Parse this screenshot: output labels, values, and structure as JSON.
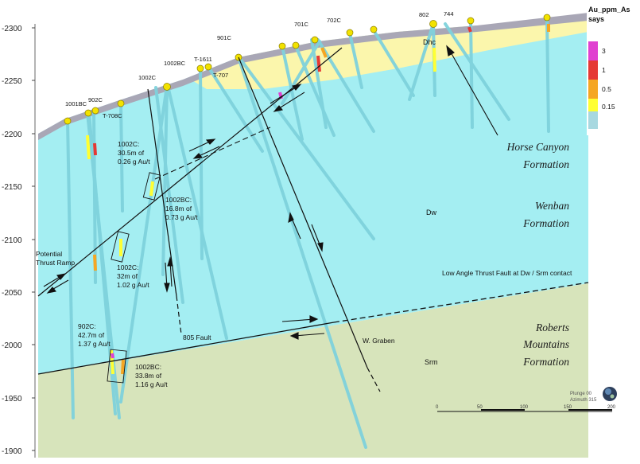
{
  "elevation_axis": [
    "-2300",
    "-2250",
    "-2200",
    "-2150",
    "-2100",
    "-2050",
    "-2000",
    "-1950",
    "-1900"
  ],
  "hole_labels": [
    "1001BC",
    "902C",
    "T-708C",
    "1002C",
    "1002BC",
    "T-1611",
    "T-707",
    "901C",
    "701C",
    "702C",
    "802",
    "744"
  ],
  "formations": {
    "horse_canyon_1": "Horse Canyon",
    "horse_canyon_2": "Formation",
    "wenban_1": "Wenban",
    "wenban_2": "Formation",
    "roberts_1": "Roberts",
    "roberts_2": "Mountains",
    "roberts_3": "Formation"
  },
  "unit_codes": {
    "dhc": "Dhc",
    "dw": "Dw",
    "srm": "Srm"
  },
  "intercepts": {
    "i1002c_a": [
      "1002C:",
      "30.5m of",
      "0.26 g Au/t"
    ],
    "i1002bc_a": [
      "1002BC:",
      "16.8m of",
      "0.73 g Au/t"
    ],
    "i1002c_b": [
      "1002C:",
      "32m of",
      "1.02 g Au/t"
    ],
    "i902c": [
      "902C:",
      "42.7m of",
      "1.37 g Au/t"
    ],
    "i1002bc_b": [
      "1002BC:",
      "33.8m of",
      "1.16 g Au/t"
    ]
  },
  "structures": {
    "thrust_ramp": [
      "Potential",
      "Thrust Ramp"
    ],
    "fault_805": "805 Fault",
    "graben": "W. Graben",
    "low_angle": "Low Angle Thrust Fault at Dw / Srm contact"
  },
  "legend": {
    "title_1": "Au_ppm_As",
    "title_2": "says",
    "items": [
      {
        "label": "3",
        "color": "#e040d0"
      },
      {
        "label": "1",
        "color": "#e53935"
      },
      {
        "label": "0.5",
        "color": "#f5a623"
      },
      {
        "label": "0.15",
        "color": "#ffff33"
      },
      {
        "label": "",
        "color": "#a8d8e0"
      }
    ]
  },
  "scale_bar": [
    "0",
    "50",
    "100",
    "150",
    "200"
  ],
  "orientation": {
    "plunge": "Plunge 00",
    "azimuth": "Azimuth 315"
  },
  "colors": {
    "wenban": "#a4eef2",
    "horse_canyon": "#fbf6ac",
    "roberts": "#d7e4bb",
    "topo": "#a9a7b6",
    "drillhole": "#7fd2dc",
    "collar": "#f2e200"
  }
}
